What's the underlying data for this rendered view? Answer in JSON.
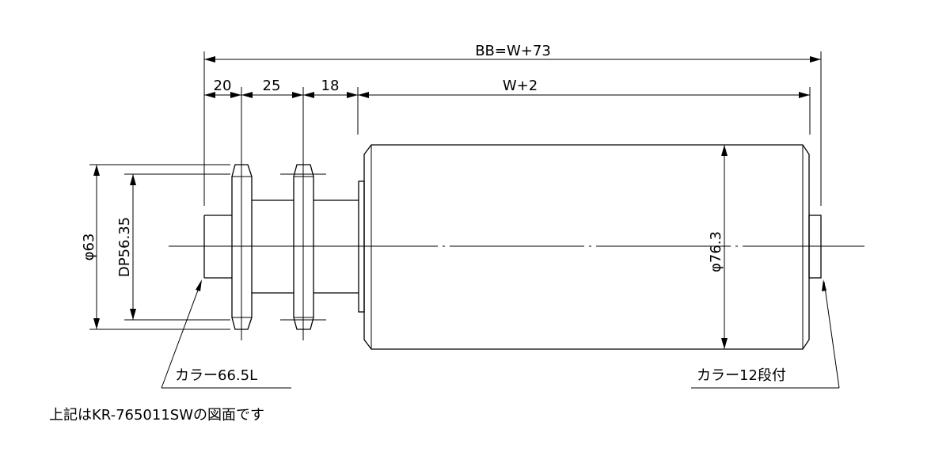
{
  "dimensions": {
    "overall": "BB=W+73",
    "seg1": "20",
    "seg2": "25",
    "seg3": "18",
    "body_length": "W+2",
    "shaft_dia": "φ63",
    "pitch_dia": "DP56.35",
    "roller_dia": "φ76.3"
  },
  "callouts": {
    "left_collar": "カラー66.5L",
    "right_collar": "カラー12段付"
  },
  "note": "上記はKR-765011SWの図面です"
}
